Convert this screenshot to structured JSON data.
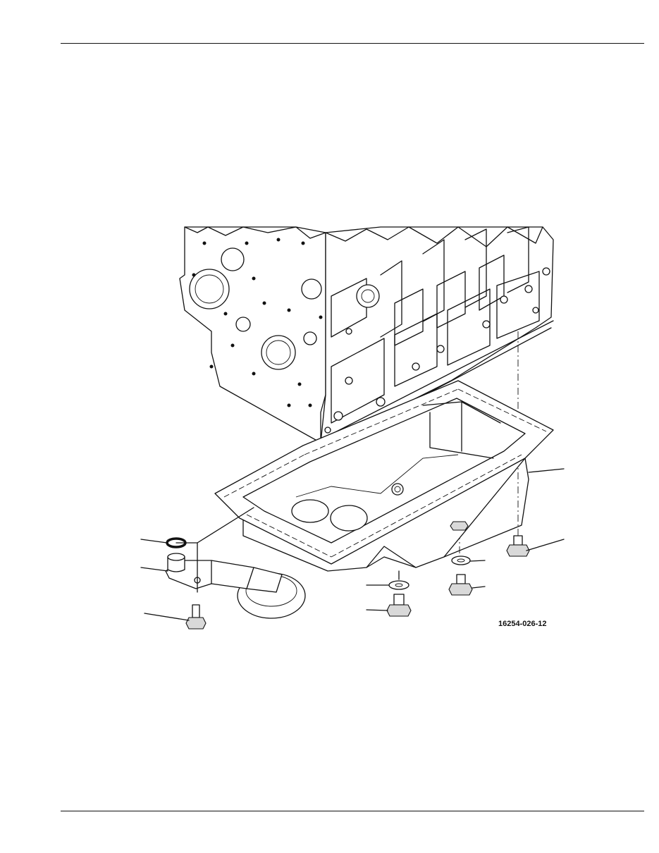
{
  "figure": {
    "id_label": "16254-026-12",
    "parts": [
      "cylinder-block",
      "oil-pan-gasket",
      "oil-pan",
      "oil-pump-suction-tube",
      "o-ring",
      "strainer",
      "drain-plug",
      "washer",
      "bolt",
      "nut"
    ]
  }
}
